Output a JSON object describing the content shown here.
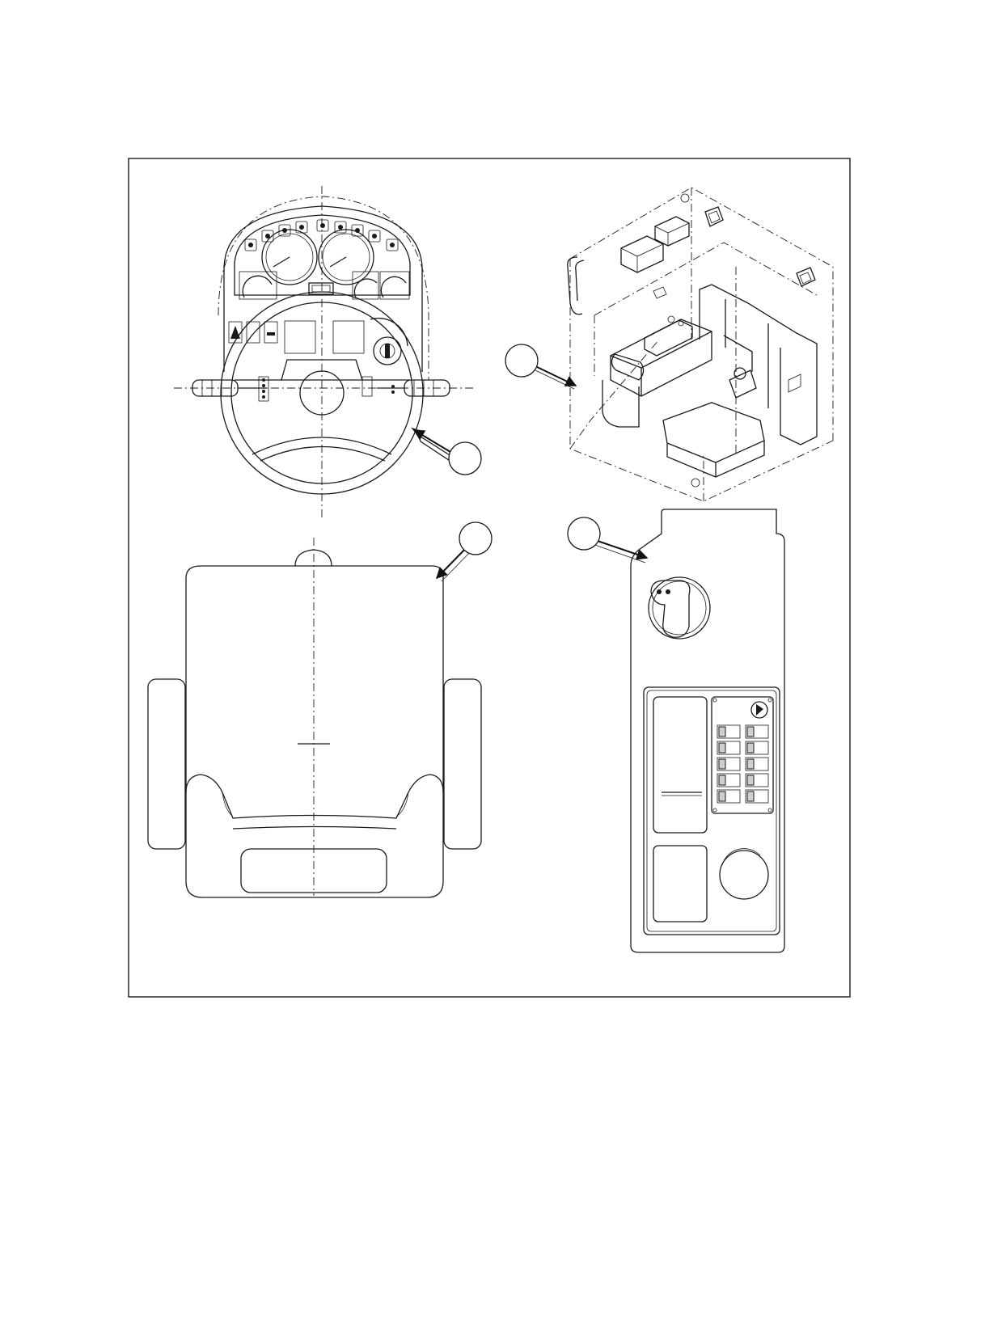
{
  "figure": {
    "views": [
      "instrument-panel-and-steering-wheel",
      "operator-cab-isometric",
      "operator-seat-top-view",
      "side-console-control-panel"
    ],
    "callout_labels": [
      "",
      "",
      "",
      ""
    ]
  },
  "colors": {
    "line": "#1a1a1a",
    "background": "#ffffff",
    "arrow_fill": "#ffffff"
  },
  "icons": [
    "gauge-icon",
    "warning-lamp-icon",
    "hazard-switch-icon",
    "ignition-switch-icon",
    "joystick-icon",
    "rocker-switch-icon"
  ]
}
